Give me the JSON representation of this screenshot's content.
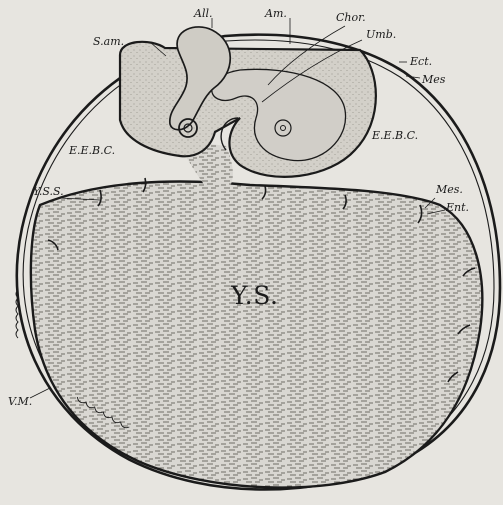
{
  "labels": {
    "all": "All.",
    "am": "Am.",
    "chor": "Chor.",
    "umb": "Umb.",
    "s_am": "S.am.",
    "ect": "Ect.",
    "mes_outer": "Mes",
    "eebc_left": "E.E.B.C.",
    "eebc_right": "E.E.B.C.",
    "yss": "Y.S.S.",
    "mes_inner": "Mes.",
    "ent": "Ent.",
    "ys": "Y.S.",
    "vm": "V.M."
  },
  "colors": {
    "background": "#e7e5e0",
    "ink": "#1b1b1b",
    "yolk_fill": "#d9d7d2",
    "embryo_fill": "#d3d0c9"
  }
}
